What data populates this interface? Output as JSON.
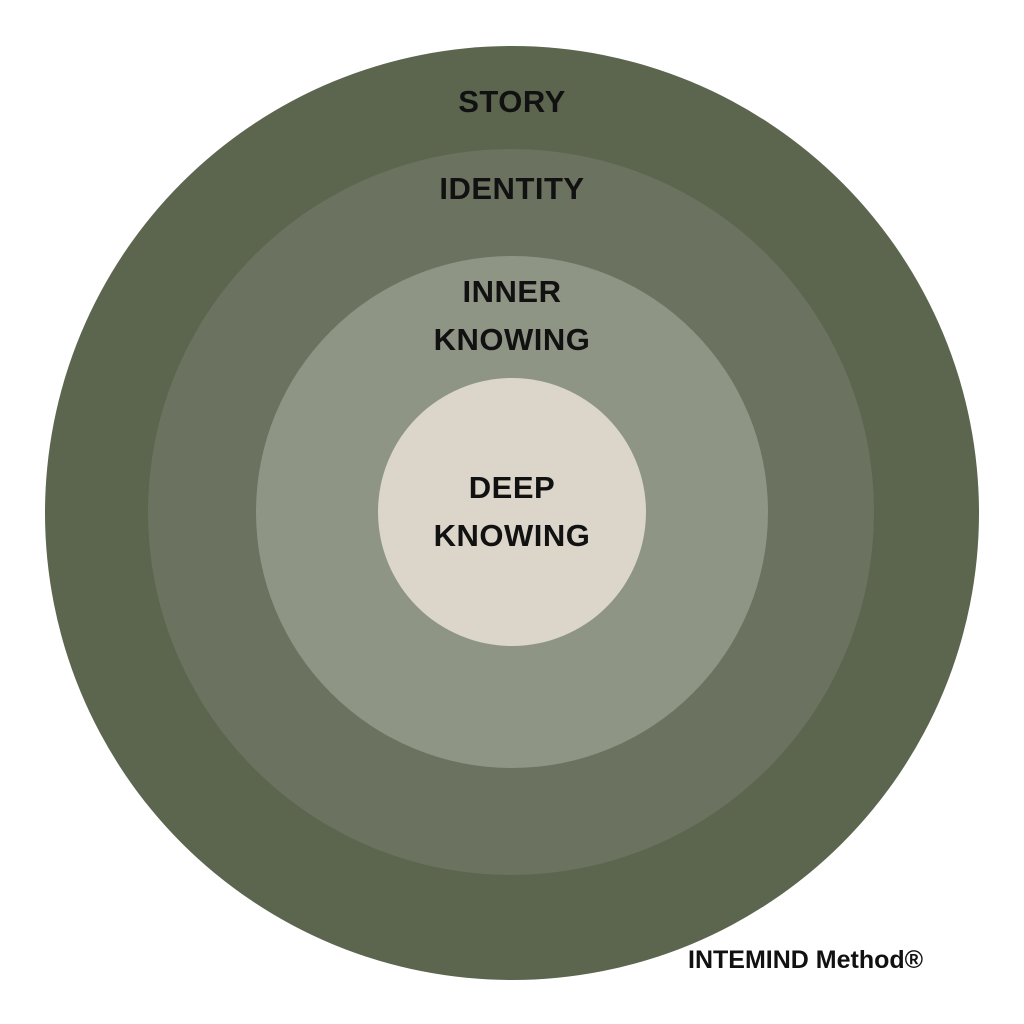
{
  "diagram": {
    "layers": [
      {
        "name": "story",
        "lines": [
          "STORY"
        ],
        "color": "#5c654e"
      },
      {
        "name": "identity",
        "lines": [
          "IDENTITY"
        ],
        "color": "#6b7360"
      },
      {
        "name": "inner-knowing",
        "lines": [
          "INNER",
          "KNOWING"
        ],
        "color": "#8f9585"
      },
      {
        "name": "deep-knowing",
        "lines": [
          "DEEP",
          "KNOWING"
        ],
        "color": "#dbd5ca"
      }
    ],
    "footer": "INTEMIND Method®"
  }
}
